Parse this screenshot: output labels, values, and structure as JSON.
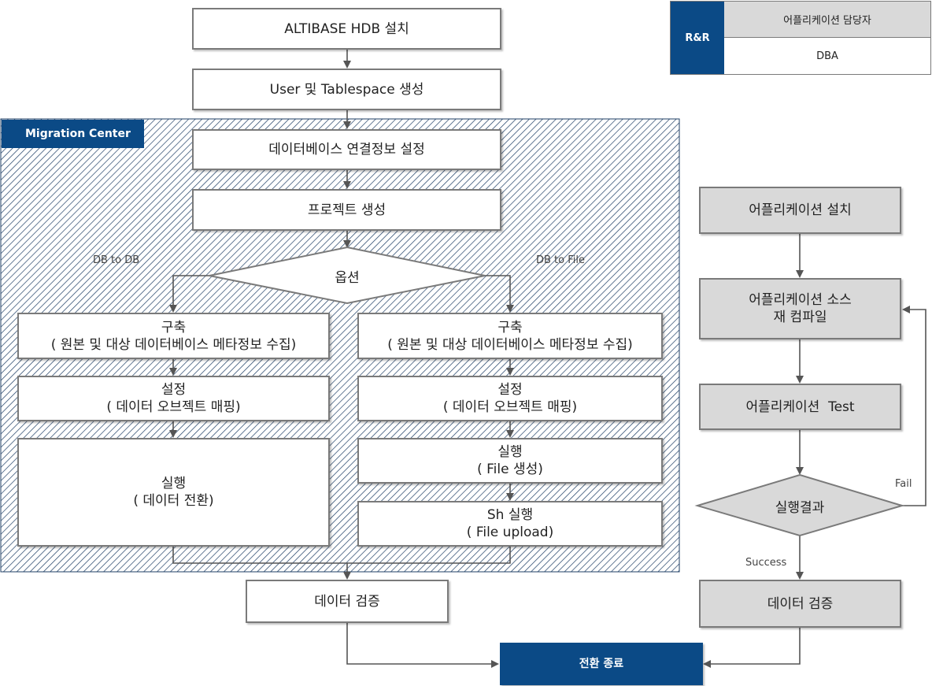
{
  "steps": {
    "install": "ALTIBASE HDB 설치",
    "create_user": "User 및 Tablespace 생성",
    "db_conn": "데이터베이스 연결정보 설정",
    "project": "프로젝트 생성",
    "option": "옵션",
    "db_to_db": "DB to DB",
    "db_to_file": "DB to File",
    "build_title": "구축",
    "build_desc": "( 원본 및 대상 데이터베이스 메타정보 수집)",
    "config_title": "설정",
    "config_desc": "( 데이터 오브젝트 매핑)",
    "exec_title": "실행",
    "exec_desc_db": "( 데이터 전환)",
    "exec_desc_file": "( File 생성)",
    "sh_title": "Sh 실행",
    "sh_desc": "( File upload)",
    "verify": "데이터 검증",
    "done": "전환 종료"
  },
  "migration_center": {
    "label": "Migration Center"
  },
  "app_flow": {
    "install": "어플리케이션 설치",
    "recompile_line1": "어플리케이션 소스",
    "recompile_line2": "재 컴파일",
    "test": "어플리케이션  Test",
    "result": "실행결과",
    "fail": "Fail",
    "success": "Success",
    "verify": "데이터 검증"
  },
  "rr": {
    "title": "R&R",
    "row1": "어플리케이션 담당자",
    "row2": "DBA"
  },
  "colors": {
    "navy": "#0b4a86",
    "gray_box": "#d9d9d9",
    "border": "#7a7a7a",
    "hatch": "#1f3f66"
  }
}
